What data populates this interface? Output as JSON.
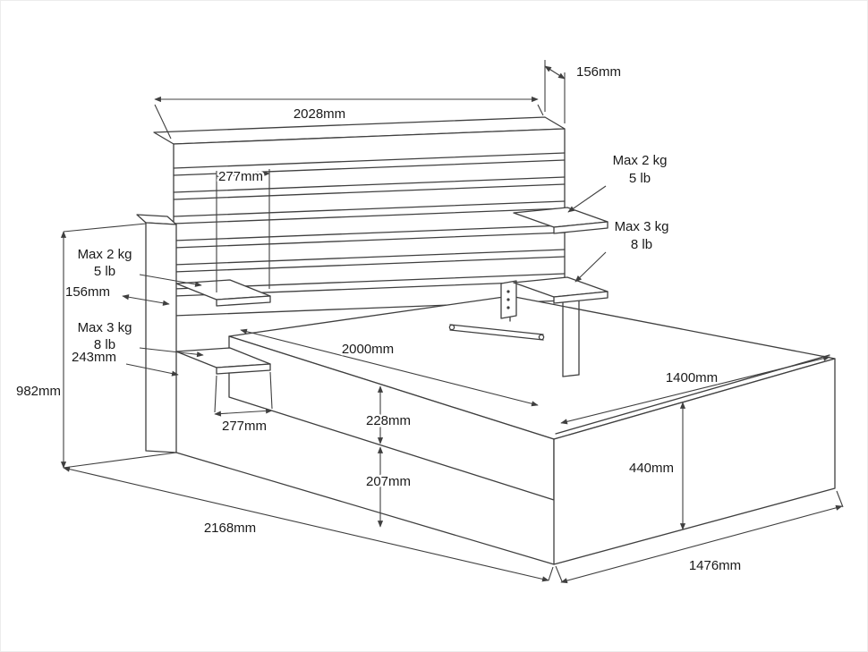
{
  "diagram": {
    "subject": "bed-frame-with-headboard-shelves-dimension-diagram",
    "labels": {
      "dim_headboard_width": "2028mm",
      "dim_headboard_depth": "156mm",
      "dim_shelf_width_top": "277mm",
      "load_right_upper_1": "Max 2 kg",
      "load_right_upper_2": "5 lb",
      "load_right_lower_1": "Max 3 kg",
      "load_right_lower_2": "8 lb",
      "load_left_upper_1": "Max 2 kg",
      "load_left_upper_2": "5 lb",
      "dim_shelf_depth": "156mm",
      "load_left_lower_1": "Max 3 kg",
      "load_left_lower_2": "8 lb",
      "dim_shelf_gap": "243mm",
      "dim_headboard_height": "982mm",
      "dim_inner_length": "2000mm",
      "dim_inner_width": "1400mm",
      "dim_base_height": "228mm",
      "dim_floor_clearance": "207mm",
      "dim_footboard_height": "440mm",
      "dim_shelf_width_bottom": "277mm",
      "dim_overall_length": "2168mm",
      "dim_overall_width": "1476mm"
    },
    "colors": {
      "line": "#3f3f3f",
      "text": "#1a1a1a",
      "background": "#ffffff"
    }
  }
}
